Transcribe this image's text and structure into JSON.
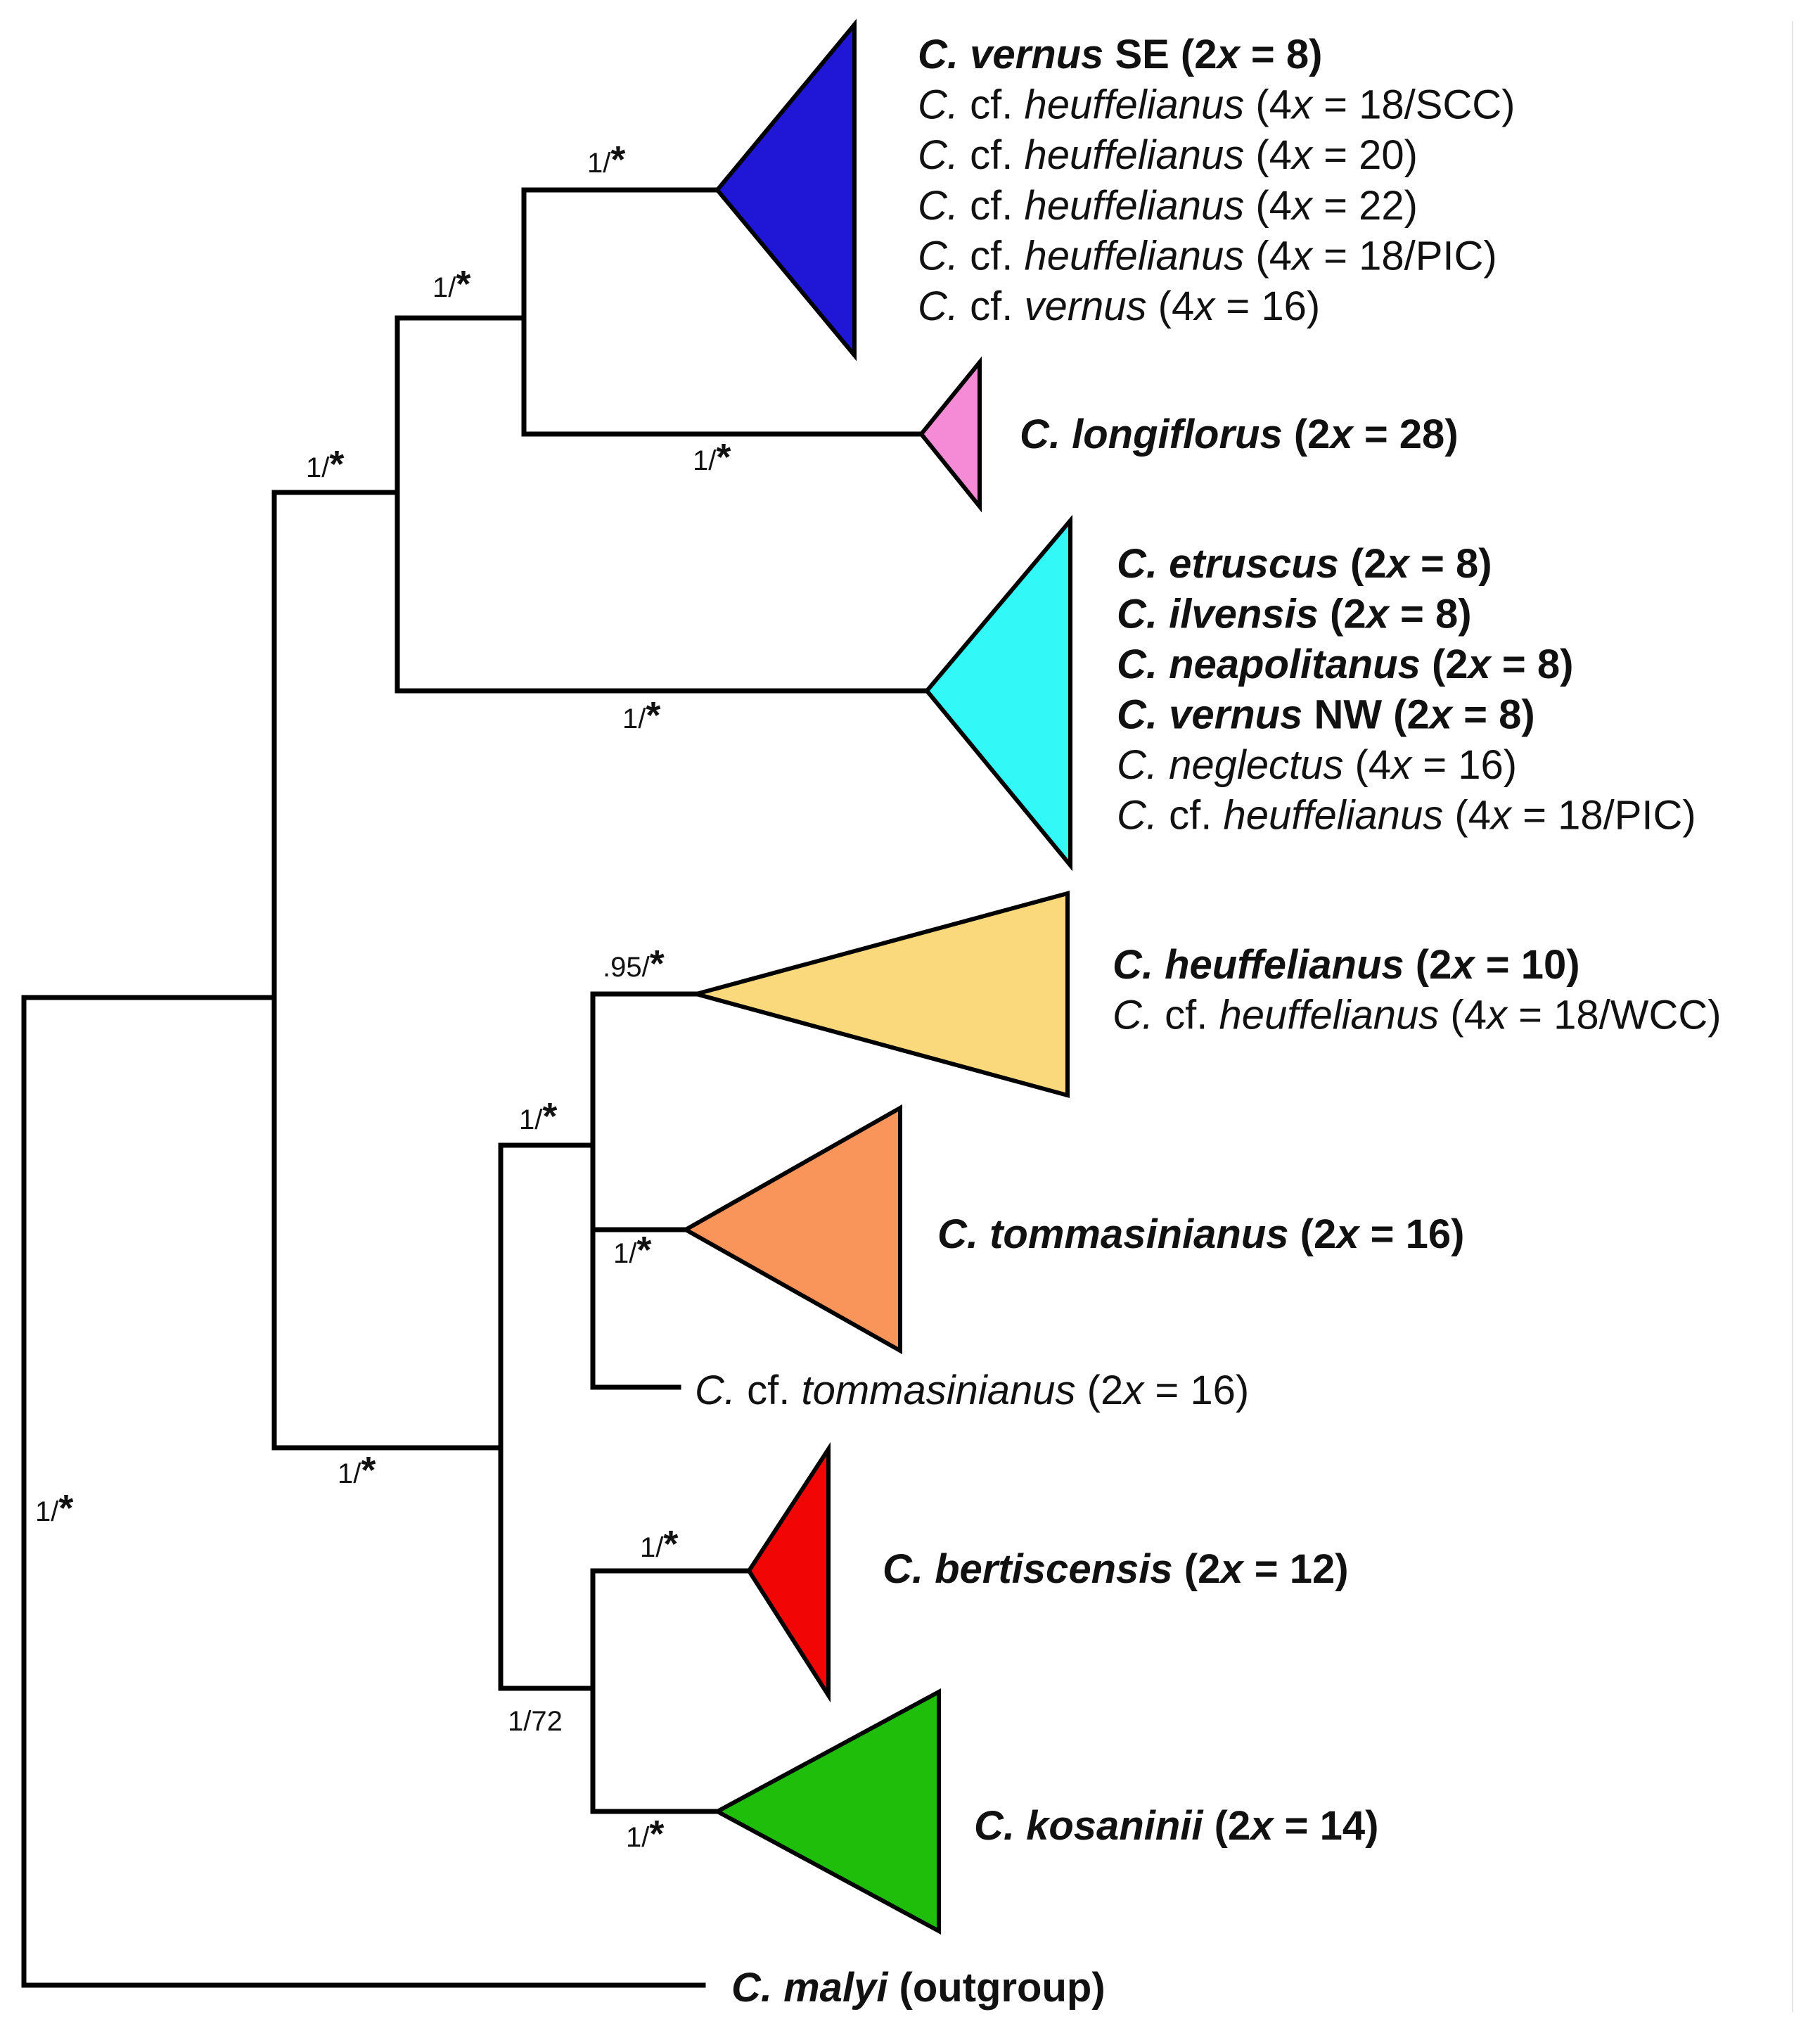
{
  "branch_supports": {
    "root": "1/*",
    "ingroup_a": "1/*",
    "vernus_longiflorus": "1/*",
    "vernus_se": "1/*",
    "longiflorus": "1/*",
    "etruscus": "1/*",
    "ingroup_b": "1/*",
    "tommasinianus_group": "1/*",
    "heuffelianus": ".95/*",
    "tommasinianus": "1/*",
    "bertiscensis_kosaninii": "1/72",
    "bertiscensis": "1/*",
    "kosaninii": "1/*"
  },
  "clades": [
    {
      "id": "vernus-se",
      "color": "#1f16d6",
      "taxa": [
        [
          {
            "t": "C. vernus",
            "w": "bold",
            "i": true
          },
          {
            "t": " SE (2",
            "w": "bold"
          },
          {
            "t": "x",
            "w": "bold",
            "i": true
          },
          {
            "t": " = 8)",
            "w": "bold"
          }
        ],
        [
          {
            "t": "C.",
            "i": true
          },
          {
            "t": " cf. "
          },
          {
            "t": "heuffelianus",
            "i": true
          },
          {
            "t": " (4"
          },
          {
            "t": "x",
            "i": true
          },
          {
            "t": " = 18/SCC)"
          }
        ],
        [
          {
            "t": "C.",
            "i": true
          },
          {
            "t": " cf. "
          },
          {
            "t": "heuffelianus",
            "i": true
          },
          {
            "t": " (4"
          },
          {
            "t": "x",
            "i": true
          },
          {
            "t": " = 20)"
          }
        ],
        [
          {
            "t": "C.",
            "i": true
          },
          {
            "t": " cf. "
          },
          {
            "t": "heuffelianus",
            "i": true
          },
          {
            "t": " (4"
          },
          {
            "t": "x",
            "i": true
          },
          {
            "t": " = 22)"
          }
        ],
        [
          {
            "t": "C.",
            "i": true
          },
          {
            "t": " cf. "
          },
          {
            "t": "heuffelianus",
            "i": true
          },
          {
            "t": " (4"
          },
          {
            "t": "x",
            "i": true
          },
          {
            "t": " = 18/PIC)"
          }
        ],
        [
          {
            "t": "C.",
            "i": true
          },
          {
            "t": " cf. "
          },
          {
            "t": "vernus",
            "i": true
          },
          {
            "t": " (4"
          },
          {
            "t": "x",
            "i": true
          },
          {
            "t": " = 16)"
          }
        ]
      ]
    },
    {
      "id": "longiflorus",
      "color": "#f58ad6",
      "taxa": [
        [
          {
            "t": "C. longiflorus",
            "w": "bold",
            "i": true
          },
          {
            "t": " (2",
            "w": "bold"
          },
          {
            "t": "x",
            "w": "bold",
            "i": true
          },
          {
            "t": " = 28)",
            "w": "bold"
          }
        ]
      ]
    },
    {
      "id": "etruscus",
      "color": "#33f8f8",
      "taxa": [
        [
          {
            "t": "C. etruscus",
            "w": "bold",
            "i": true
          },
          {
            "t": " (2",
            "w": "bold"
          },
          {
            "t": "x",
            "w": "bold",
            "i": true
          },
          {
            "t": " = 8)",
            "w": "bold"
          }
        ],
        [
          {
            "t": "C. ilvensis",
            "w": "bold",
            "i": true
          },
          {
            "t": " (2",
            "w": "bold"
          },
          {
            "t": "x",
            "w": "bold",
            "i": true
          },
          {
            "t": " = 8)",
            "w": "bold"
          }
        ],
        [
          {
            "t": "C. neapolitanus",
            "w": "bold",
            "i": true
          },
          {
            "t": " (2",
            "w": "bold"
          },
          {
            "t": "x",
            "w": "bold",
            "i": true
          },
          {
            "t": " = 8)",
            "w": "bold"
          }
        ],
        [
          {
            "t": "C. vernus",
            "w": "bold",
            "i": true
          },
          {
            "t": " NW (2",
            "w": "bold"
          },
          {
            "t": "x",
            "w": "bold",
            "i": true
          },
          {
            "t": " = 8)",
            "w": "bold"
          }
        ],
        [
          {
            "t": "C. neglectus",
            "i": true
          },
          {
            "t": " (4"
          },
          {
            "t": "x",
            "i": true
          },
          {
            "t": " = 16)"
          }
        ],
        [
          {
            "t": "C.",
            "i": true
          },
          {
            "t": " cf. "
          },
          {
            "t": "heuffelianus",
            "i": true
          },
          {
            "t": " (4"
          },
          {
            "t": "x",
            "i": true
          },
          {
            "t": " = 18/PIC)"
          }
        ]
      ]
    },
    {
      "id": "heuffelianus",
      "color": "#fad97c",
      "taxa": [
        [
          {
            "t": "C. heuffelianus",
            "w": "bold",
            "i": true
          },
          {
            "t": " (2",
            "w": "bold"
          },
          {
            "t": "x",
            "w": "bold",
            "i": true
          },
          {
            "t": " = 10)",
            "w": "bold"
          }
        ],
        [
          {
            "t": "C.",
            "i": true
          },
          {
            "t": " cf. "
          },
          {
            "t": "heuffelianus",
            "i": true
          },
          {
            "t": " (4"
          },
          {
            "t": "x",
            "i": true
          },
          {
            "t": " = 18/WCC)"
          }
        ]
      ]
    },
    {
      "id": "tommasinianus",
      "color": "#f9955a",
      "taxa": [
        [
          {
            "t": "C. tommasinianus",
            "w": "bold",
            "i": true
          },
          {
            "t": " (2",
            "w": "bold"
          },
          {
            "t": "x",
            "w": "bold",
            "i": true
          },
          {
            "t": " = 16)",
            "w": "bold"
          }
        ]
      ]
    },
    {
      "id": "bertiscensis",
      "color": "#f20505",
      "taxa": [
        [
          {
            "t": "C. bertiscensis",
            "w": "bold",
            "i": true
          },
          {
            "t": " (2",
            "w": "bold"
          },
          {
            "t": "x",
            "w": "bold",
            "i": true
          },
          {
            "t": " = 12)",
            "w": "bold"
          }
        ]
      ]
    },
    {
      "id": "kosaninii",
      "color": "#1fbe0a",
      "taxa": [
        [
          {
            "t": "C. kosaninii",
            "w": "bold",
            "i": true
          },
          {
            "t": " (2",
            "w": "bold"
          },
          {
            "t": "x",
            "w": "bold",
            "i": true
          },
          {
            "t": " = 14)",
            "w": "bold"
          }
        ]
      ]
    }
  ],
  "leaves": [
    {
      "id": "cf-tommasinianus",
      "taxa": [
        [
          {
            "t": "C.",
            "i": true
          },
          {
            "t": " cf. "
          },
          {
            "t": "tommasinianus",
            "i": true
          },
          {
            "t": " (2"
          },
          {
            "t": "x",
            "i": true
          },
          {
            "t": " = 16)"
          }
        ]
      ]
    },
    {
      "id": "malyi",
      "taxa": [
        [
          {
            "t": "C. malyi",
            "w": "bold",
            "i": true
          },
          {
            "t": " (outgroup)",
            "w": "bold"
          }
        ]
      ]
    }
  ]
}
